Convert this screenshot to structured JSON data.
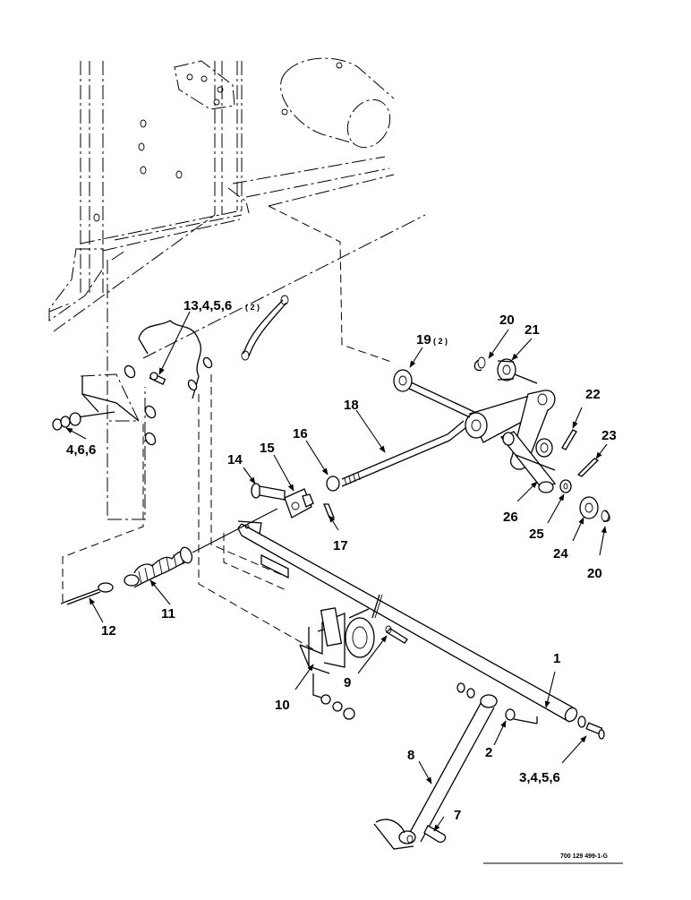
{
  "callouts": {
    "c1": "1",
    "c2": "2",
    "c3456": "3,4,5,6",
    "c466": "4,6,6",
    "c7": "7",
    "c8": "8",
    "c9": "9",
    "c10": "10",
    "c11": "11",
    "c12": "12",
    "c13": "13,4,5,6",
    "c13_qty": "( 2 )",
    "c14": "14",
    "c15": "15",
    "c16": "16",
    "c17": "17",
    "c18": "18",
    "c19": "19",
    "c19_qty": "( 2 )",
    "c20a": "20",
    "c20b": "20",
    "c21": "21",
    "c22": "22",
    "c23": "23",
    "c24": "24",
    "c25": "25",
    "c26": "26"
  },
  "drawing_number": "700 129 499-1-G"
}
